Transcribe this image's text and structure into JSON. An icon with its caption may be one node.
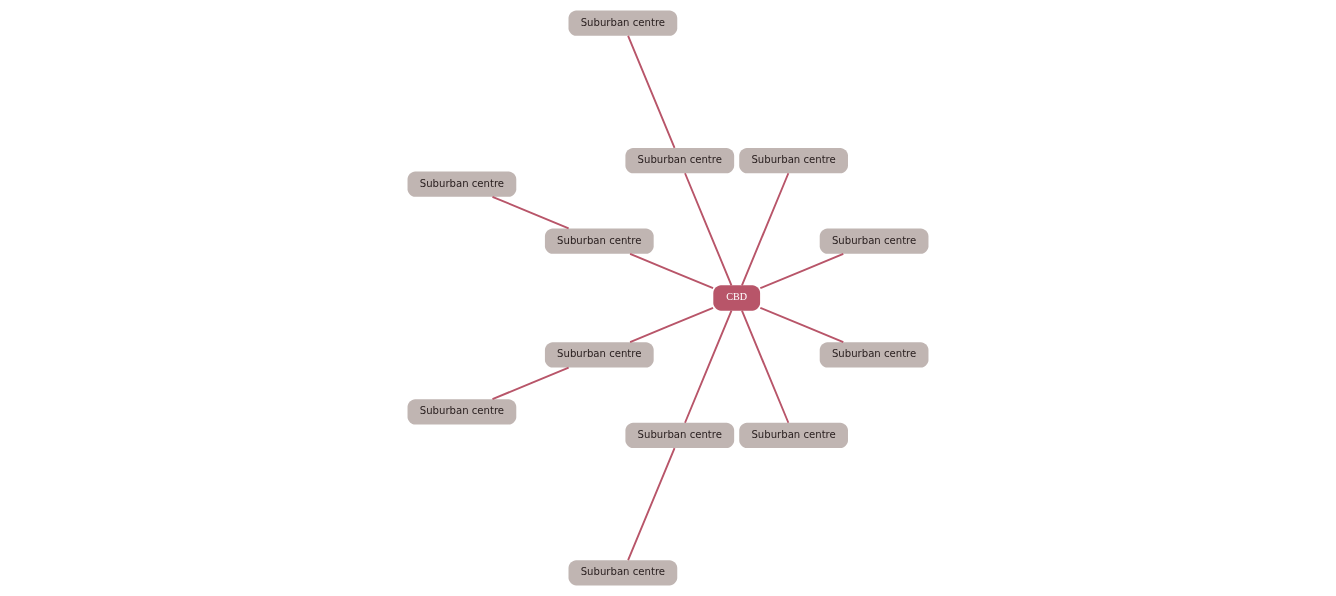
{
  "diagram": {
    "nodes": [
      {
        "text": [
          "Suburban centre"
        ]
      },
      {
        "text": [
          "Suburban centre"
        ]
      },
      {
        "text": [
          "Suburban centre"
        ]
      },
      {
        "text": [
          "Suburban centre"
        ]
      },
      {
        "text": [
          "Suburban centre"
        ]
      },
      {
        "text": [
          "Suburban centre"
        ]
      },
      {
        "text": [
          "CBD"
        ]
      },
      {
        "text": [
          "Suburban centre"
        ]
      },
      {
        "text": [
          "Suburban centre"
        ]
      },
      {
        "text": [
          "Suburban centre"
        ]
      },
      {
        "text": [
          "Suburban centre"
        ]
      },
      {
        "text": [
          "Suburban centre"
        ]
      },
      {
        "text": [
          "Suburban centre"
        ]
      }
    ],
    "edges": [
      {
        "from": 6,
        "to": 3,
        "arrow": "none"
      },
      {
        "from": 3,
        "to": 0,
        "arrow": "none"
      },
      {
        "from": 6,
        "to": 1,
        "arrow": "none"
      },
      {
        "from": 6,
        "to": 2,
        "arrow": "none"
      },
      {
        "from": 6,
        "to": 5,
        "arrow": "none"
      },
      {
        "from": 5,
        "to": 4,
        "arrow": "none"
      },
      {
        "from": 6,
        "to": 7,
        "arrow": "none"
      },
      {
        "from": 7,
        "to": 8,
        "arrow": "none"
      },
      {
        "from": 6,
        "to": 10,
        "arrow": "none"
      },
      {
        "from": 6,
        "to": 9,
        "arrow": "none"
      },
      {
        "from": 9,
        "to": 12,
        "arrow": "none"
      },
      {
        "from": 6,
        "to": 11,
        "arrow": "none"
      }
    ]
  }
}
